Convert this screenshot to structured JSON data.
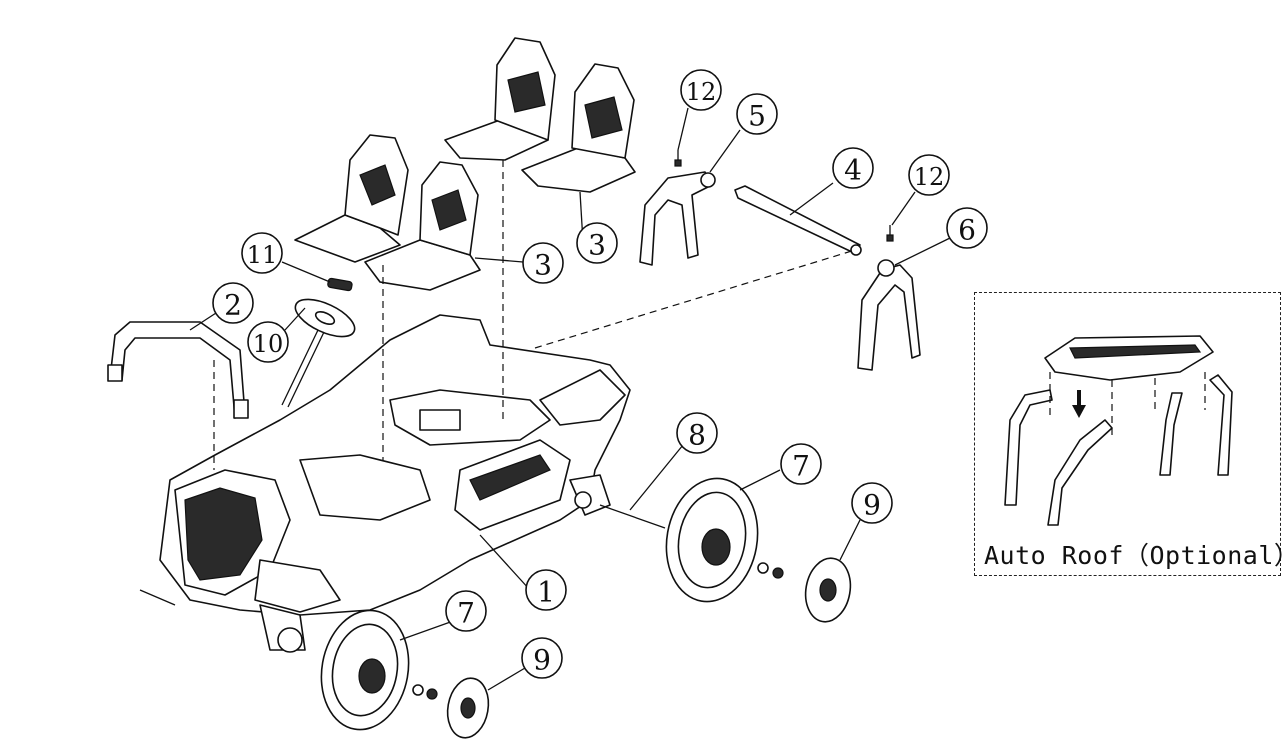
{
  "callouts": [
    {
      "id": "c1",
      "label": "1"
    },
    {
      "id": "c2",
      "label": "2"
    },
    {
      "id": "c3a",
      "label": "3"
    },
    {
      "id": "c3b",
      "label": "3"
    },
    {
      "id": "c4",
      "label": "4"
    },
    {
      "id": "c5",
      "label": "5"
    },
    {
      "id": "c6",
      "label": "6"
    },
    {
      "id": "c7a",
      "label": "7"
    },
    {
      "id": "c7b",
      "label": "7"
    },
    {
      "id": "c8",
      "label": "8"
    },
    {
      "id": "c9a",
      "label": "9"
    },
    {
      "id": "c9b",
      "label": "9"
    },
    {
      "id": "c10",
      "label": "10"
    },
    {
      "id": "c11",
      "label": "11"
    },
    {
      "id": "c12a",
      "label": "12"
    },
    {
      "id": "c12b",
      "label": "12"
    }
  ],
  "inset": {
    "caption": "Auto Roof（Optional）"
  },
  "icons": [
    "down-arrow-icon"
  ]
}
